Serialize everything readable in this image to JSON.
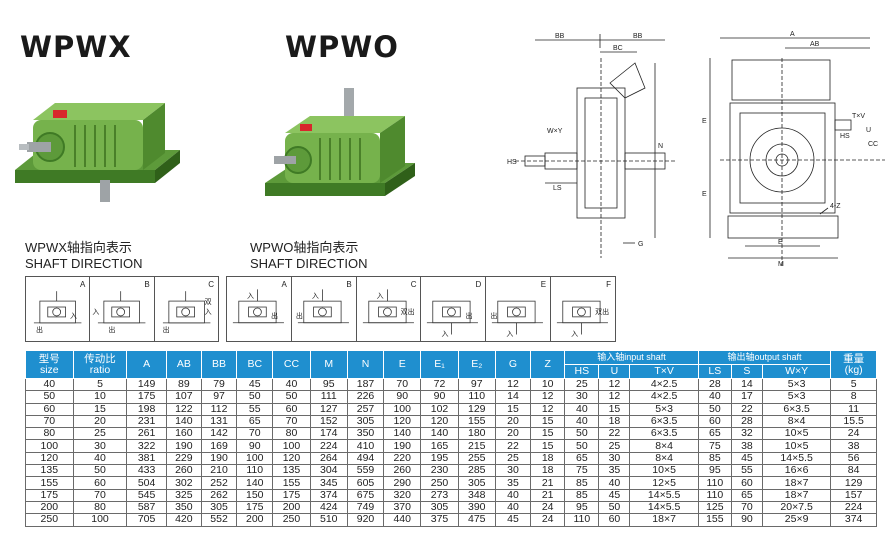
{
  "titles": {
    "wpwx": "WPWX",
    "wpwo": "WPWO"
  },
  "shaft_sections": {
    "wpwx": {
      "title_cn": "WPWX轴指向表示",
      "title_en": "SHAFT DIRECTION"
    },
    "wpwo": {
      "title_cn": "WPWO轴指向表示",
      "title_en": "SHAFT DIRECTION"
    }
  },
  "direction_labels": {
    "wpwx": [
      "A",
      "B",
      "C"
    ],
    "wpwo": [
      "A",
      "B",
      "C",
      "D",
      "E",
      "F"
    ],
    "in_tag": "入",
    "out_tag": "出",
    "in_tag_both": "双入",
    "out_tag_both": "双出"
  },
  "drawing_labels": {
    "side": [
      "BB",
      "BB",
      "BC",
      "W×Y",
      "HS",
      "LS",
      "N",
      "G"
    ],
    "front": [
      "A",
      "AB",
      "T×V",
      "U",
      "HS",
      "CC",
      "E",
      "E",
      "E",
      "M",
      "4-Z"
    ]
  },
  "table": {
    "header_top": {
      "size_cn": "型号",
      "size_en": "size",
      "ratio_cn": "传动比",
      "ratio_en": "ratio",
      "cols": [
        "A",
        "AB",
        "BB",
        "BC",
        "CC",
        "M",
        "N",
        "E",
        "E₁",
        "E₂",
        "G",
        "Z"
      ],
      "input_group": "输入轴input shaft",
      "output_group": "输出轴output shaft",
      "weight_cn": "重量",
      "weight_en": "(kg)"
    },
    "header_sub": {
      "input": [
        "HS",
        "U",
        "T×V"
      ],
      "output": [
        "LS",
        "S",
        "W×Y"
      ]
    },
    "rows": [
      [
        "40",
        "5",
        "149",
        "89",
        "79",
        "45",
        "40",
        "95",
        "187",
        "70",
        "72",
        "97",
        "12",
        "10",
        "25",
        "12",
        "4×2.5",
        "28",
        "14",
        "5×3",
        "5"
      ],
      [
        "50",
        "10",
        "175",
        "107",
        "97",
        "50",
        "50",
        "111",
        "226",
        "90",
        "90",
        "110",
        "14",
        "12",
        "30",
        "12",
        "4×2.5",
        "40",
        "17",
        "5×3",
        "8"
      ],
      [
        "60",
        "15",
        "198",
        "122",
        "112",
        "55",
        "60",
        "127",
        "257",
        "100",
        "102",
        "129",
        "15",
        "12",
        "40",
        "15",
        "5×3",
        "50",
        "22",
        "6×3.5",
        "11"
      ],
      [
        "70",
        "20",
        "231",
        "140",
        "131",
        "65",
        "70",
        "152",
        "305",
        "120",
        "120",
        "155",
        "20",
        "15",
        "40",
        "18",
        "6×3.5",
        "60",
        "28",
        "8×4",
        "15.5"
      ],
      [
        "80",
        "25",
        "261",
        "160",
        "142",
        "70",
        "80",
        "174",
        "350",
        "140",
        "140",
        "180",
        "20",
        "15",
        "50",
        "22",
        "6×3.5",
        "65",
        "32",
        "10×5",
        "24"
      ],
      [
        "100",
        "30",
        "322",
        "190",
        "169",
        "90",
        "100",
        "224",
        "410",
        "190",
        "165",
        "215",
        "22",
        "15",
        "50",
        "25",
        "8×4",
        "75",
        "38",
        "10×5",
        "38"
      ],
      [
        "120",
        "40",
        "381",
        "229",
        "190",
        "100",
        "120",
        "264",
        "494",
        "220",
        "195",
        "255",
        "25",
        "18",
        "65",
        "30",
        "8×4",
        "85",
        "45",
        "14×5.5",
        "56"
      ],
      [
        "135",
        "50",
        "433",
        "260",
        "210",
        "110",
        "135",
        "304",
        "559",
        "260",
        "230",
        "285",
        "30",
        "18",
        "75",
        "35",
        "10×5",
        "95",
        "55",
        "16×6",
        "84"
      ],
      [
        "155",
        "60",
        "504",
        "302",
        "252",
        "140",
        "155",
        "345",
        "605",
        "290",
        "250",
        "305",
        "35",
        "21",
        "85",
        "40",
        "12×5",
        "110",
        "60",
        "18×7",
        "129"
      ],
      [
        "175",
        "70",
        "545",
        "325",
        "262",
        "150",
        "175",
        "374",
        "675",
        "320",
        "273",
        "348",
        "40",
        "21",
        "85",
        "45",
        "14×5.5",
        "110",
        "65",
        "18×7",
        "157"
      ],
      [
        "200",
        "80",
        "587",
        "350",
        "305",
        "175",
        "200",
        "424",
        "749",
        "370",
        "305",
        "390",
        "40",
        "24",
        "95",
        "50",
        "14×5.5",
        "125",
        "70",
        "20×7.5",
        "224"
      ],
      [
        "250",
        "100",
        "705",
        "420",
        "552",
        "200",
        "250",
        "510",
        "920",
        "440",
        "375",
        "475",
        "45",
        "24",
        "110",
        "60",
        "18×7",
        "155",
        "90",
        "25×9",
        "374"
      ]
    ]
  }
}
